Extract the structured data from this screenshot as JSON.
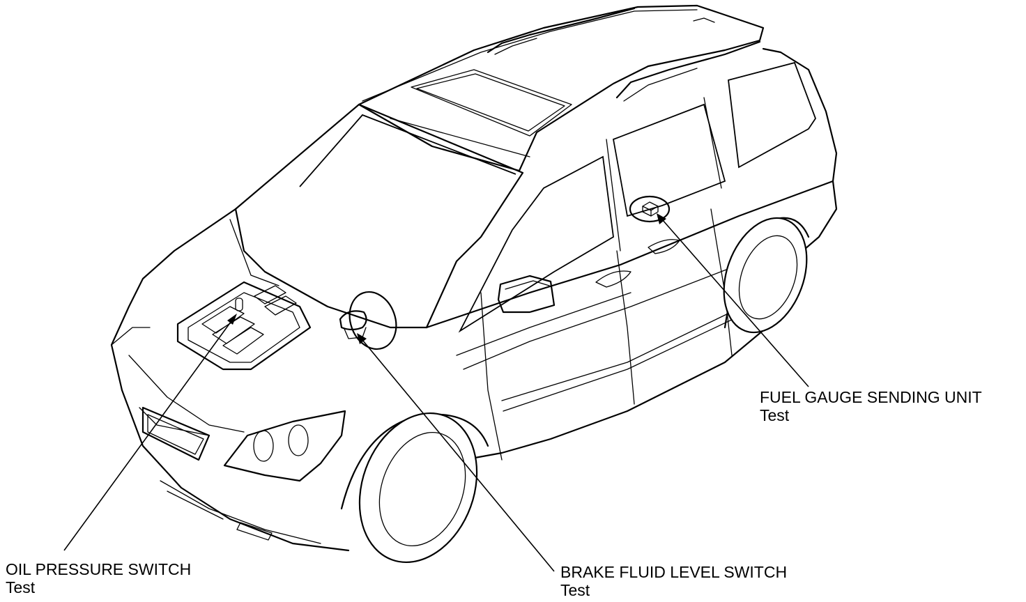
{
  "callouts": {
    "oil_pressure_switch": {
      "name": "OIL PRESSURE SWITCH",
      "link": "Test"
    },
    "brake_fluid_level_switch": {
      "name": "BRAKE FLUID LEVEL SWITCH",
      "link": "Test"
    },
    "fuel_gauge_sending_unit": {
      "name": "FUEL GAUGE SENDING UNIT",
      "link": "Test"
    }
  }
}
